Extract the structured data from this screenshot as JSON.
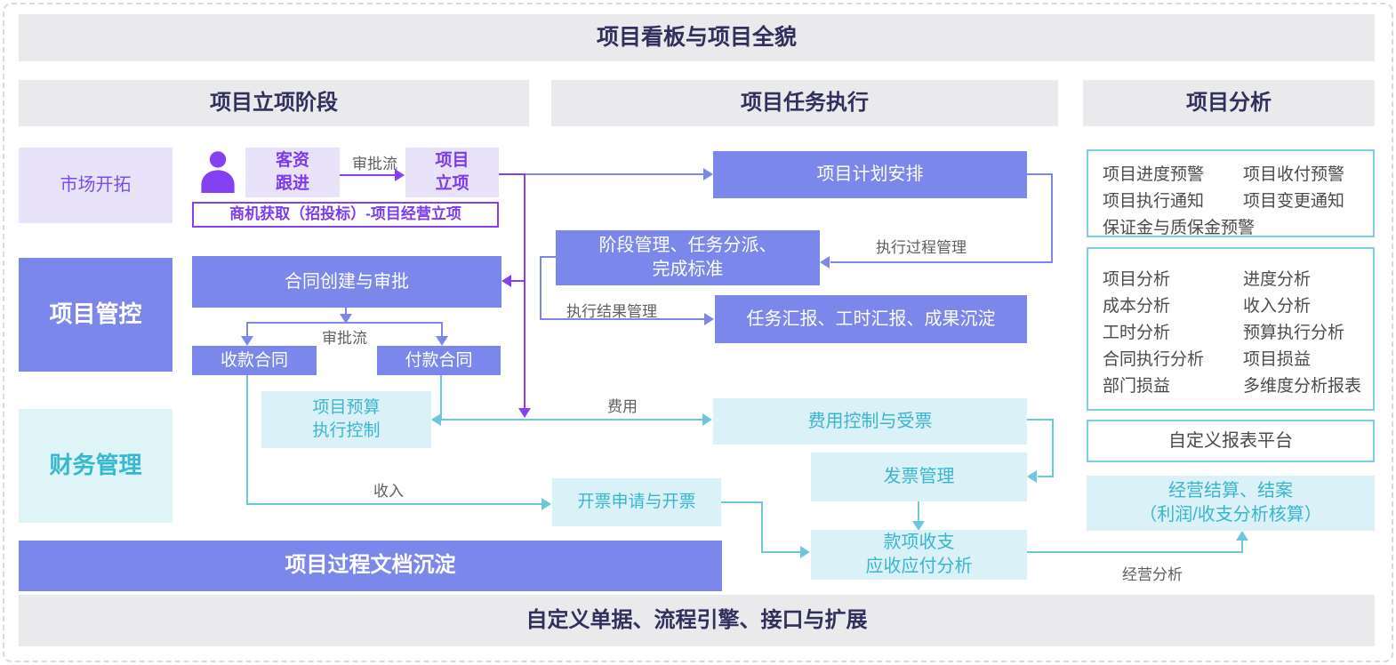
{
  "banner": {
    "title": "项目看板与项目全貌"
  },
  "headers": {
    "initiation": "项目立项阶段",
    "execution": "项目任务执行",
    "analysis": "项目分析"
  },
  "rails": {
    "market": "市场开拓",
    "control": "项目管控",
    "finance": "财务管理"
  },
  "boxes": {
    "customer_follow": "客资\n跟进",
    "project_initiate": "项目\n立项",
    "opportunity": "商机获取（招投标）-项目经营立项",
    "plan": "项目计划安排",
    "stage": "阶段管理、任务分派、\n完成标准",
    "task_report": "任务汇报、工时汇报、成果沉淀",
    "contract": "合同创建与审批",
    "receipt_contract": "收款合同",
    "payment_contract": "付款合同",
    "budget": "项目预算\n执行控制",
    "expense": "费用控制与受票",
    "invoice_mgmt": "发票管理",
    "payments": "款项收支\n应收应付分析",
    "invoicing": "开票申请与开票",
    "report_platform": "自定义报表平台",
    "settlement": "经营结算、结案\n（利润/收支分析核算）"
  },
  "edge_labels": {
    "approval_flow_top": "审批流",
    "approval_flow_mid": "审批流",
    "exec_process": "执行过程管理",
    "exec_result": "执行结果管理",
    "expense_flow": "费用",
    "income_flow": "收入",
    "business_analysis": "经营分析"
  },
  "panels": {
    "alerts": {
      "rows": [
        [
          "项目进度预警",
          "项目收付预警"
        ],
        [
          "项目执行通知",
          "项目变更通知"
        ],
        [
          "保证金与质保金预警",
          ""
        ]
      ]
    },
    "analysis": {
      "rows": [
        [
          "项目分析",
          "进度分析"
        ],
        [
          "成本分析",
          "收入分析"
        ],
        [
          "工时分析",
          "预算执行分析"
        ],
        [
          "合同执行分析",
          "项目损益"
        ],
        [
          "部门损益",
          "多维度分析报表"
        ]
      ]
    }
  },
  "banners": {
    "doc": "项目过程文档沉淀",
    "platform": "自定义单据、流程引擎、接口与扩展"
  },
  "colors": {
    "periwinkle": "#7b87ea",
    "purple": "#8440f2",
    "lavender": "#e9e3f9",
    "cyan_box": "#daf1f7",
    "teal_text": "#3ab5ce",
    "teal_line": "#6cc6de",
    "panel_border": "#79d0e8",
    "band_gray": "#eaeaec",
    "navy_text": "#312f5c"
  }
}
